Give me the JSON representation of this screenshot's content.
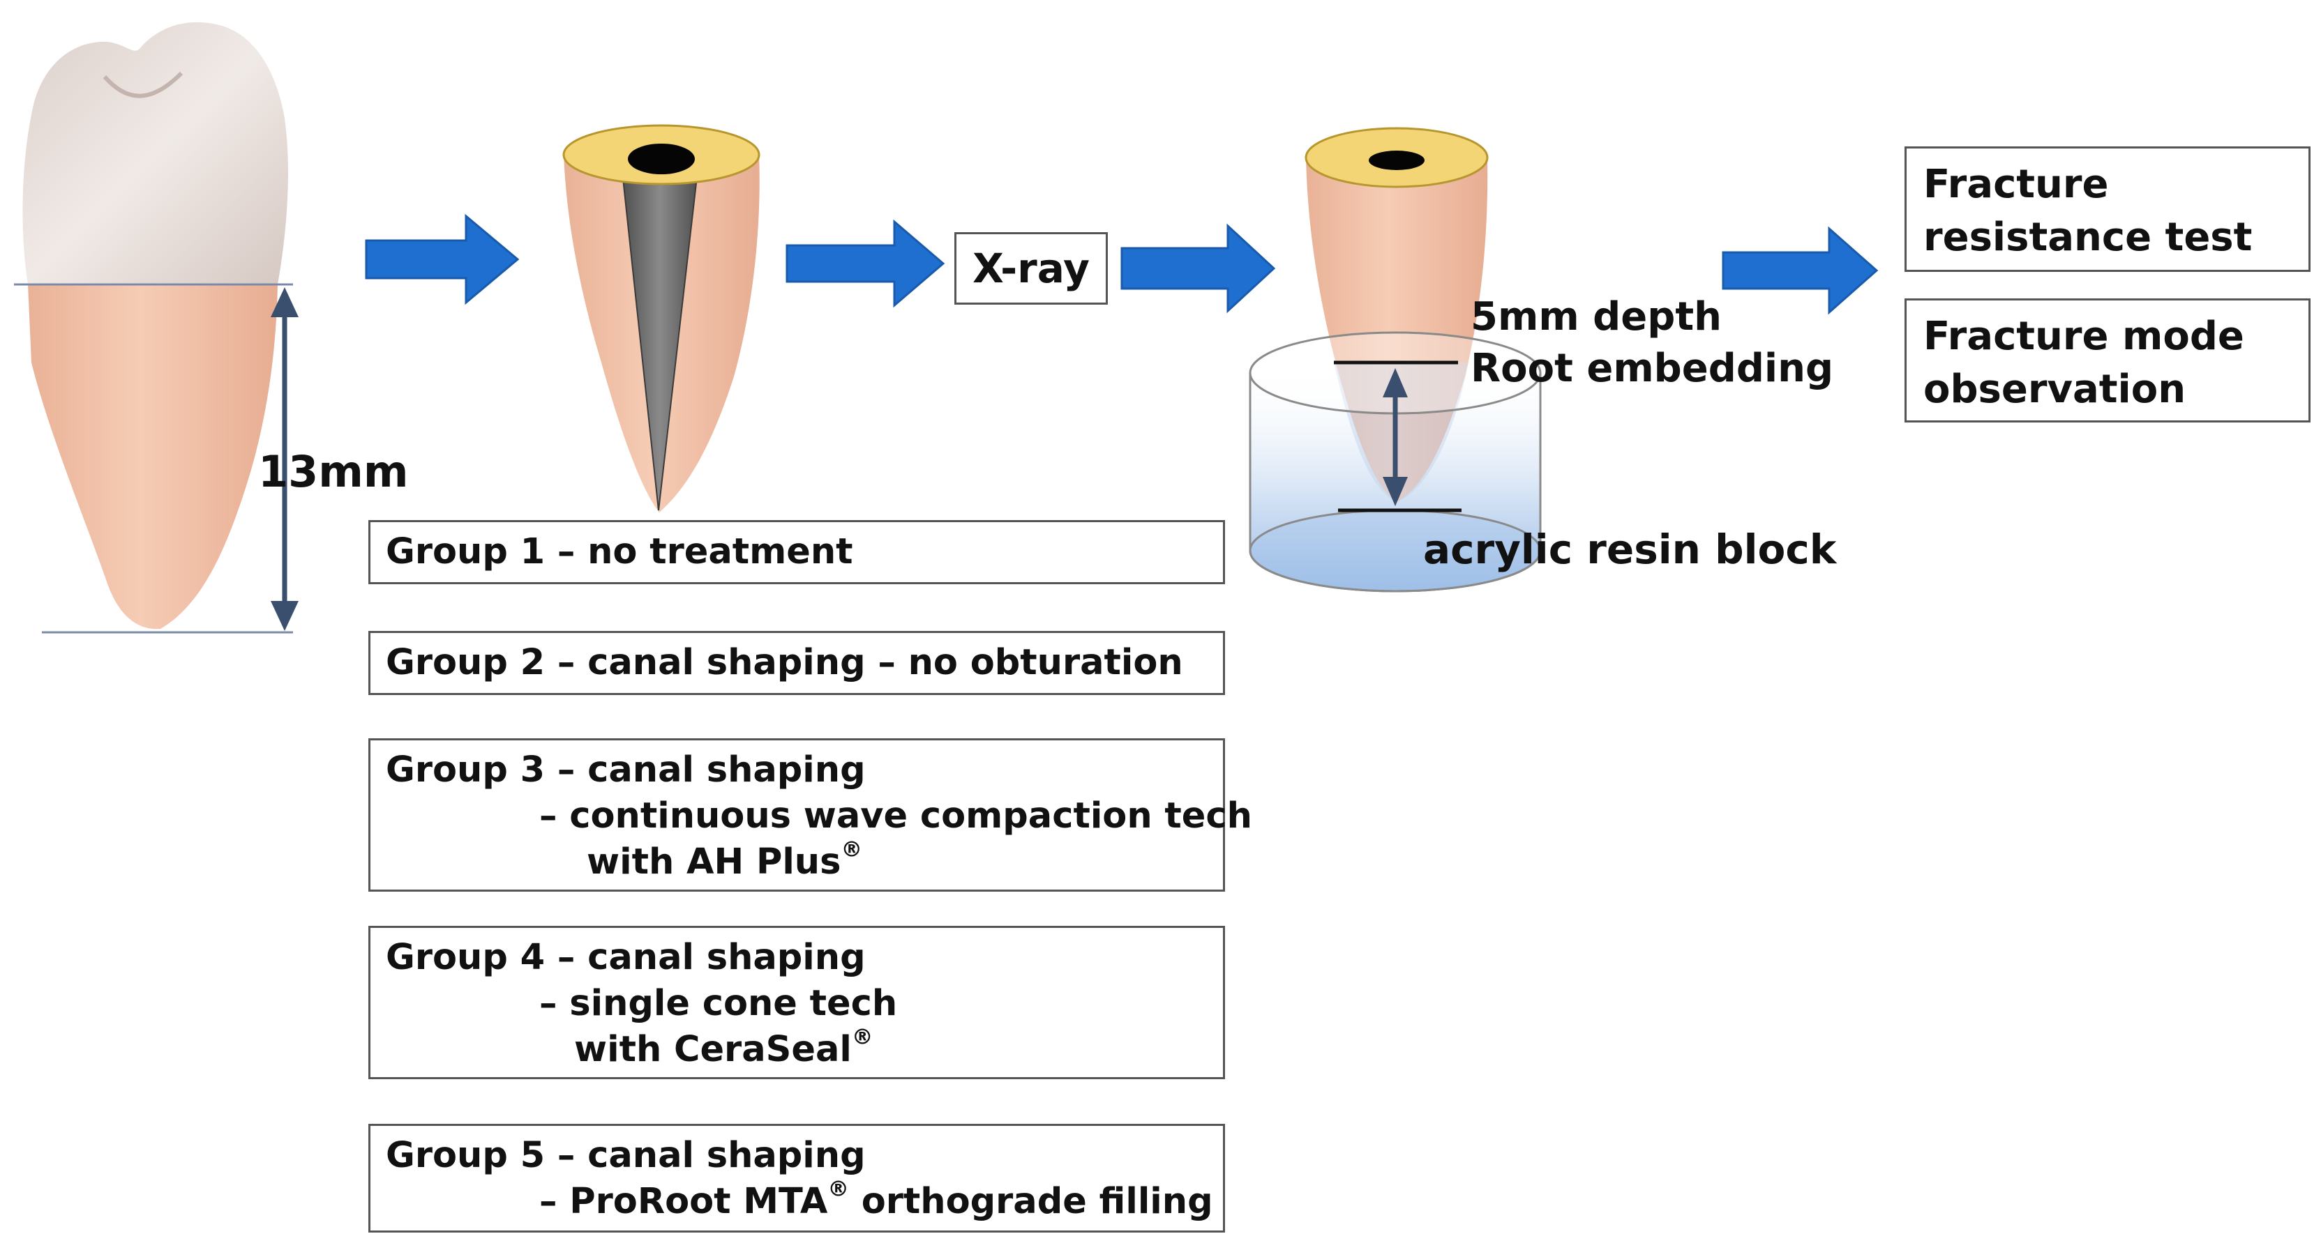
{
  "measurements": {
    "root_length": "13mm",
    "embed_depth": "5mm depth",
    "embed_label": "Root embedding",
    "block_label": "acrylic resin block"
  },
  "flow": {
    "xray": "X-ray"
  },
  "outcomes": [
    {
      "line1": "Fracture",
      "line2": "resistance test"
    },
    {
      "line1": "Fracture mode",
      "line2": "observation"
    }
  ],
  "groups": [
    {
      "line1": "Group 1 – no treatment"
    },
    {
      "line1": "Group 2 – canal shaping – no obturation"
    },
    {
      "line1": "Group 3 – canal shaping",
      "line2": "– continuous wave compaction tech",
      "line3": "with AH Plus",
      "mark": "®"
    },
    {
      "line1": "Group 4 – canal shaping",
      "line2": "– single cone tech",
      "line3": "with CeraSeal",
      "mark": "®"
    },
    {
      "line1": "Group 5 – canal shaping",
      "line2a": "– ProRoot MTA",
      "mark": "®",
      "line2b": " orthograde filling"
    }
  ],
  "colors": {
    "arrow_blue": "#1f6fd1",
    "root_pink": "#f2c2a8",
    "crown_white": "#e6ddd8",
    "canal_grey": "#6d6d6d",
    "top_yellow": "#f3d575",
    "resin_blue": "#bcd3ee"
  }
}
